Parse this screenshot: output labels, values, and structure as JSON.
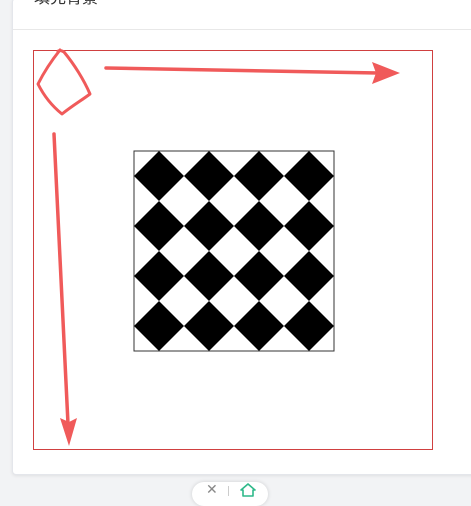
{
  "card": {
    "title": "填充背景"
  },
  "pattern": {
    "rows": 4,
    "cols": 4,
    "fill_color": "#000000",
    "background_color": "#ffffff",
    "border_color": "#333333"
  },
  "annotations": {
    "color": "#f05a5a",
    "canvas_border_color": "#d04040"
  },
  "bottom_bar": {
    "icons": [
      "close-icon",
      "home-icon"
    ],
    "home_icon_color": "#2fb98a"
  }
}
